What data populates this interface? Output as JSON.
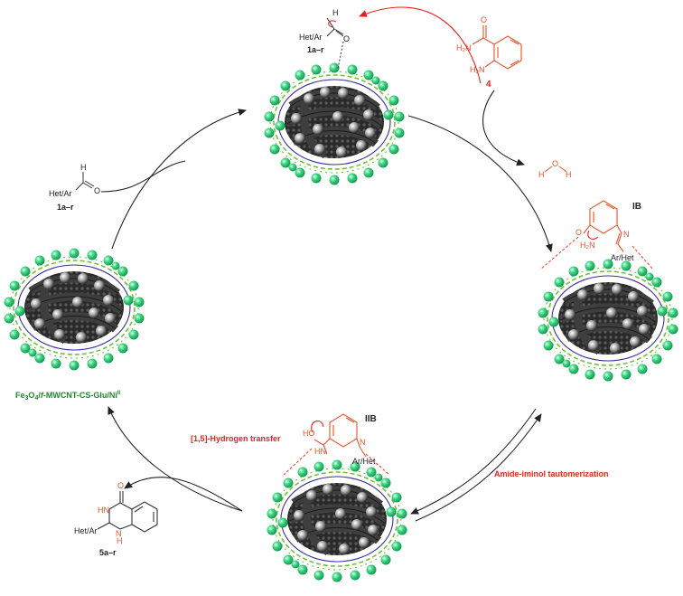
{
  "colors": {
    "black_arrow": "#222222",
    "red": "#e8231f",
    "orange_structure": "#e8532a",
    "green_label": "#1f8a2a",
    "sphere_green": "#33cc77",
    "nanotube": "#2b2b2b",
    "ni_sphere": "#d8d8d8",
    "glu_wave": "#6fc23a",
    "cs_wave": "#3a2fa0"
  },
  "aldehyde_top": {
    "h": "H",
    "group": "Het/Ar",
    "o": "O",
    "code": "1a–r"
  },
  "aldehyde_left": {
    "h": "H",
    "group": "Het/Ar",
    "o": "O",
    "code": "1a–r"
  },
  "anthranilamide": {
    "amide_n": "H₂N",
    "amide_o": "O",
    "amine_n": "H₂N",
    "code": "4"
  },
  "water": {
    "h1": "H",
    "o": "O",
    "h2": "H"
  },
  "intermediate_ib": {
    "label": "IB",
    "o": "O",
    "nh2": "H₂N",
    "n": "N",
    "sub": "Ar/Het"
  },
  "intermediate_iib": {
    "label": "IIB",
    "ho": "HO",
    "hn": "HN",
    "n": "N",
    "sub": "Ar/Het"
  },
  "product": {
    "o": "O",
    "nh_top": "HN",
    "nh_bottom": "N",
    "h": "H",
    "group": "Het/Ar",
    "code": "5a–r"
  },
  "catalyst_label": {
    "fe": "Fe",
    "s3": "3",
    "o": "O",
    "s4": "4",
    "slash": "/",
    "f": "f",
    "rest": "-MWCNT-CS-Glu/Ni",
    "sup": "II"
  },
  "steps": {
    "hydrogen_transfer": "[1,5]-Hydrogen transfer",
    "tautomerization": "Amide-iminol tautomerization"
  }
}
